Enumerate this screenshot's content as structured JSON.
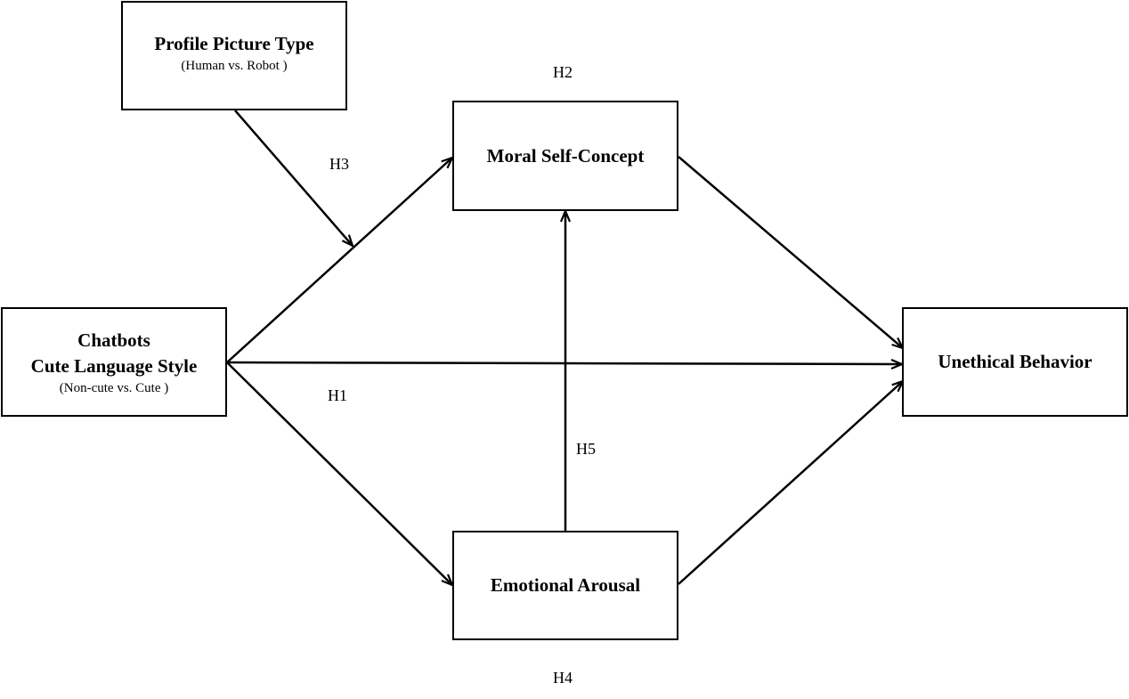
{
  "nodes": {
    "profile_picture_type": {
      "title": "Profile Picture Type",
      "subtitle": "(Human vs. Robot )"
    },
    "chatbots_language_style": {
      "title_line1": "Chatbots",
      "title_line2": "Cute Language Style",
      "subtitle": "(Non-cute vs. Cute )"
    },
    "moral_self_concept": {
      "title": "Moral Self-Concept"
    },
    "emotional_arousal": {
      "title": "Emotional Arousal"
    },
    "unethical_behavior": {
      "title": "Unethical Behavior"
    }
  },
  "hypotheses": {
    "h1": "H1",
    "h2": "H2",
    "h3": "H3",
    "h4": "H4",
    "h5": "H5"
  },
  "edges": [
    {
      "from": "chatbots_language_style",
      "to": "moral_self_concept"
    },
    {
      "from": "chatbots_language_style",
      "to": "unethical_behavior"
    },
    {
      "from": "chatbots_language_style",
      "to": "emotional_arousal"
    },
    {
      "from": "moral_self_concept",
      "to": "unethical_behavior"
    },
    {
      "from": "emotional_arousal",
      "to": "unethical_behavior"
    },
    {
      "from": "emotional_arousal",
      "to": "moral_self_concept"
    },
    {
      "from": "profile_picture_type",
      "to": "chatbots_to_moral_path"
    }
  ],
  "colors": {
    "line": "#000000",
    "background": "#ffffff"
  }
}
